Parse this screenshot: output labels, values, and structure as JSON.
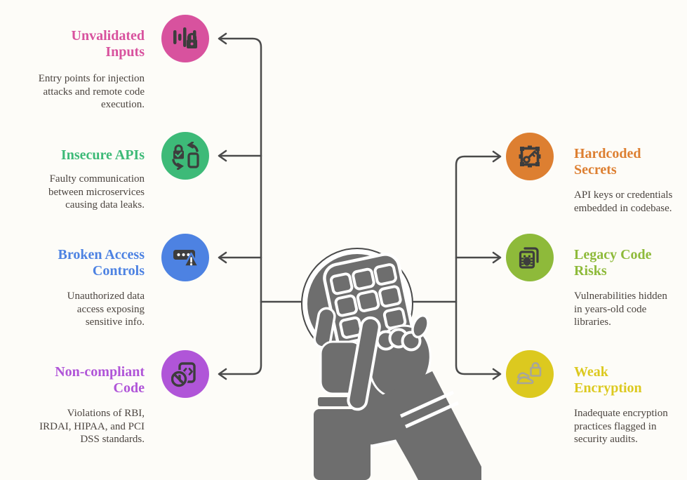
{
  "palette": {
    "background": "#fdfcf8",
    "connector": "#4a4a4a",
    "icon_glyph": "#3d3d3d",
    "illustration_gray": "#6e6e6e",
    "description_text": "#4b443f"
  },
  "left_items": [
    {
      "title_lines": [
        "Unvalidated",
        "Inputs"
      ],
      "desc_lines": [
        "Entry points for injection",
        "attacks and remote code",
        "execution."
      ],
      "color": "#d8529e",
      "icon": "audio-wave-lock-icon"
    },
    {
      "title_lines": [
        "Insecure APIs"
      ],
      "desc_lines": [
        "Faulty communication",
        "between microservices",
        "causing data leaks."
      ],
      "color": "#3dba78",
      "icon": "secure-sync-icon"
    },
    {
      "title_lines": [
        "Broken Access",
        "Controls"
      ],
      "desc_lines": [
        "Unauthorized data",
        "access exposing",
        "sensitive info."
      ],
      "color": "#4d82e2",
      "icon": "password-warning-icon"
    },
    {
      "title_lines": [
        "Non-compliant",
        "Code"
      ],
      "desc_lines": [
        "Violations of RBI,",
        "IRDAI, HIPAA, and PCI",
        "DSS standards."
      ],
      "color": "#b055d8",
      "icon": "code-ban-icon"
    }
  ],
  "right_items": [
    {
      "title_lines": [
        "Hardcoded",
        "Secrets"
      ],
      "desc_lines": [
        "API keys or credentials",
        "embedded in codebase."
      ],
      "color": "#dd7f31",
      "icon": "key-chip-icon"
    },
    {
      "title_lines": [
        "Legacy Code",
        "Risks"
      ],
      "desc_lines": [
        "Vulnerabilities hidden",
        "in years-old code",
        "libraries."
      ],
      "color": "#8eba3a",
      "icon": "bug-documents-icon"
    },
    {
      "title_lines": [
        "Weak",
        "Encryption"
      ],
      "desc_lines": [
        "Inadequate encryption",
        "practices flagged in",
        "security audits."
      ],
      "color": "#dcc91f",
      "icon": "cloud-lock-icon"
    }
  ],
  "center": {
    "illustration": "hands-tapping-smartphone"
  }
}
